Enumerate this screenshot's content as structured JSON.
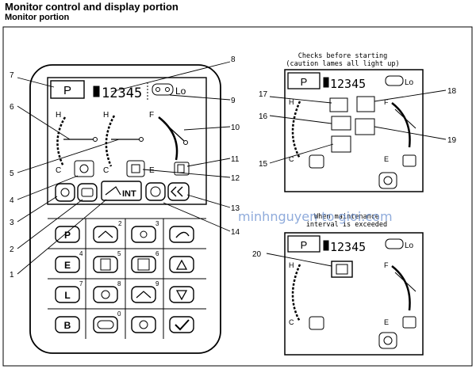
{
  "header": {
    "title": "Monitor control and display portion",
    "subtitle": "Monitor portion"
  },
  "monitor": {
    "mode_letter": "P",
    "hour_meter": "12345",
    "lo_label": "Lo",
    "gauges": {
      "left_top": "H",
      "left_bottom": "C",
      "right_top": "F",
      "right_bottom": "E"
    },
    "buttons": {
      "int_label": "INT",
      "p": "P",
      "e": "E",
      "l": "L",
      "b": "B",
      "num2": "2",
      "num3": "3",
      "num4": "4",
      "num5": "5",
      "num6": "6",
      "num7": "7",
      "num8": "8",
      "num9": "9",
      "num0": "0"
    }
  },
  "panels": {
    "checks_note_1": "Checks before starting",
    "checks_note_2": "(caution lames all light up)",
    "maint_note_1": "When maintenance",
    "maint_note_2": "interval is exceeded"
  },
  "callouts": {
    "c1": "1",
    "c2": "2",
    "c3": "3",
    "c4": "4",
    "c5": "5",
    "c6": "6",
    "c7": "7",
    "c8": "8",
    "c9": "9",
    "c10": "10",
    "c11": "11",
    "c12": "12",
    "c13": "13",
    "c14": "14",
    "c15": "15",
    "c16": "16",
    "c17": "17",
    "c18": "18",
    "c19": "19",
    "c20": "20"
  },
  "watermark": "minhnguyen to gioi.com"
}
